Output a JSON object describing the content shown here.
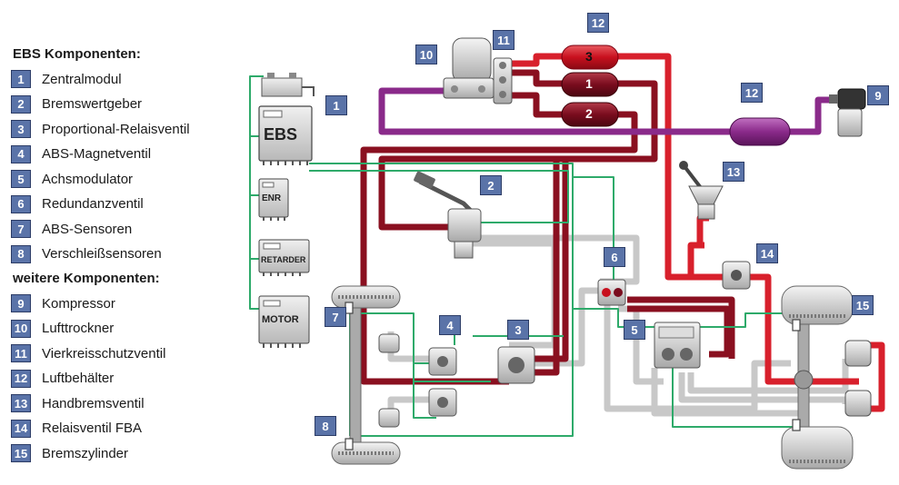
{
  "legend": {
    "heading_ebs": "EBS Komponenten:",
    "heading_more": "weitere Komponenten:",
    "ebs_items": [
      {
        "num": "1",
        "label": "Zentralmodul"
      },
      {
        "num": "2",
        "label": "Bremswertgeber"
      },
      {
        "num": "3",
        "label": "Proportional-Relaisventil"
      },
      {
        "num": "4",
        "label": "ABS-Magnetventil"
      },
      {
        "num": "5",
        "label": "Achsmodulator"
      },
      {
        "num": "6",
        "label": "Redundanzventil"
      },
      {
        "num": "7",
        "label": "ABS-Sensoren"
      },
      {
        "num": "8",
        "label": "Verschleißsensoren"
      }
    ],
    "more_items": [
      {
        "num": "9",
        "label": "Kompressor"
      },
      {
        "num": "10",
        "label": "Lufttrockner"
      },
      {
        "num": "11",
        "label": "Vierkreisschutzventil"
      },
      {
        "num": "12",
        "label": "Luftbehälter"
      },
      {
        "num": "13",
        "label": "Handbremsventil"
      },
      {
        "num": "14",
        "label": "Relaisventil FBA"
      },
      {
        "num": "15",
        "label": "Bremszylinder"
      }
    ]
  },
  "modules": {
    "ebs": "EBS",
    "enr": "ENR",
    "retarder": "RETARDER",
    "motor": "MOTOR"
  },
  "tanks": {
    "t3": "3",
    "t1": "1",
    "t2": "2"
  },
  "callouts": {
    "c1": "1",
    "c2": "2",
    "c3": "3",
    "c4": "4",
    "c5": "5",
    "c6": "6",
    "c7": "7",
    "c8": "8",
    "c9": "9",
    "c10": "10",
    "c11": "11",
    "c12a": "12",
    "c12b": "12",
    "c13": "13",
    "c14": "14",
    "c15": "15"
  },
  "colors": {
    "green": "#2eaa6a",
    "gray": "#c8c8c8",
    "dark_red": "#8a1020",
    "red": "#d8202c",
    "purple": "#8a2a8a",
    "callout_fill": "#5a73a8"
  }
}
